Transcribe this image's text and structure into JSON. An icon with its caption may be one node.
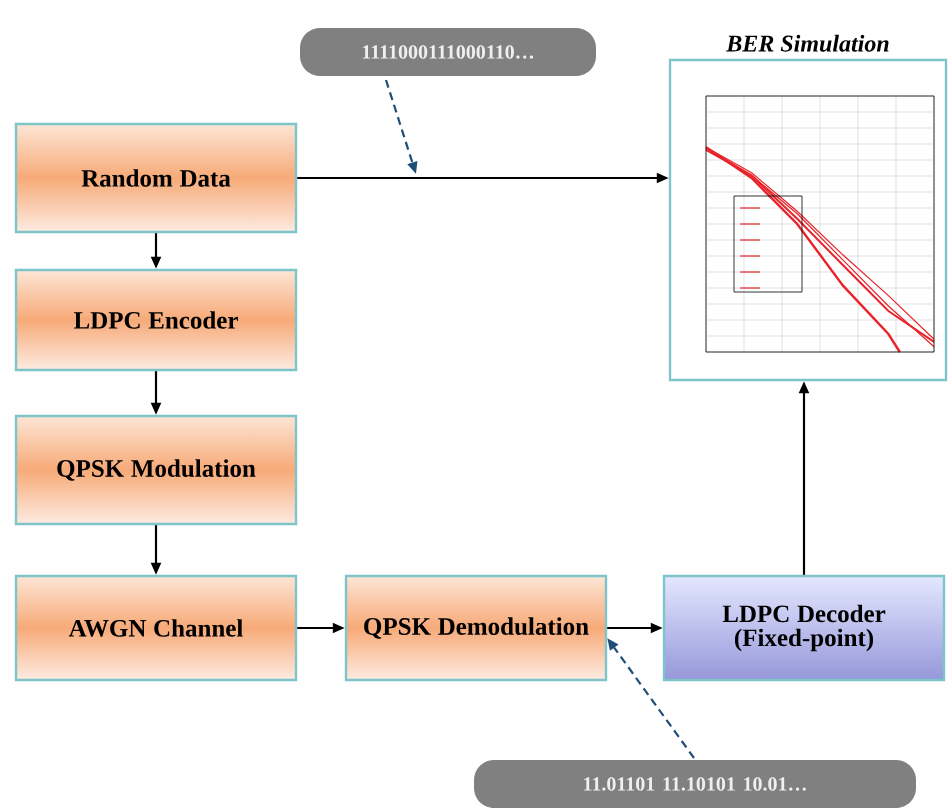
{
  "diagram": {
    "nodes": [
      {
        "text": [
          "Random Data"
        ]
      },
      {
        "text": [
          "LDPC Encoder"
        ]
      },
      {
        "text": [
          "QPSK Modulation"
        ]
      },
      {
        "text": [
          "AWGN Channel"
        ]
      },
      {
        "text": [
          "QPSK Demodulation"
        ]
      },
      {
        "text": [
          "LDPC Decoder (Fixed-point)"
        ]
      },
      {
        "text": [],
        "shape": "picture",
        "beside": [
          "BER Simulation"
        ]
      },
      {
        "text": [
          "1111000111000110…"
        ]
      },
      {
        "text": [
          "11.01101 11.10101 10.01…"
        ]
      }
    ],
    "edges": [
      {
        "from": 0,
        "to": 1,
        "arrow": "to"
      },
      {
        "from": 1,
        "to": 2,
        "arrow": "to"
      },
      {
        "from": 2,
        "to": 3,
        "arrow": "to"
      },
      {
        "from": 3,
        "to": 4,
        "arrow": "to"
      },
      {
        "from": 4,
        "to": 5,
        "arrow": "to"
      },
      {
        "from": 5,
        "to": 6,
        "arrow": "to"
      },
      {
        "from": 0,
        "to": 6,
        "arrow": "to"
      },
      {
        "from": 7,
        "to": null,
        "arrow": "to",
        "style": "dashed",
        "color": "#1f4e79"
      },
      {
        "from": 8,
        "to": 4,
        "arrow": "to",
        "style": "dashed",
        "color": "#1f4e79"
      }
    ]
  }
}
